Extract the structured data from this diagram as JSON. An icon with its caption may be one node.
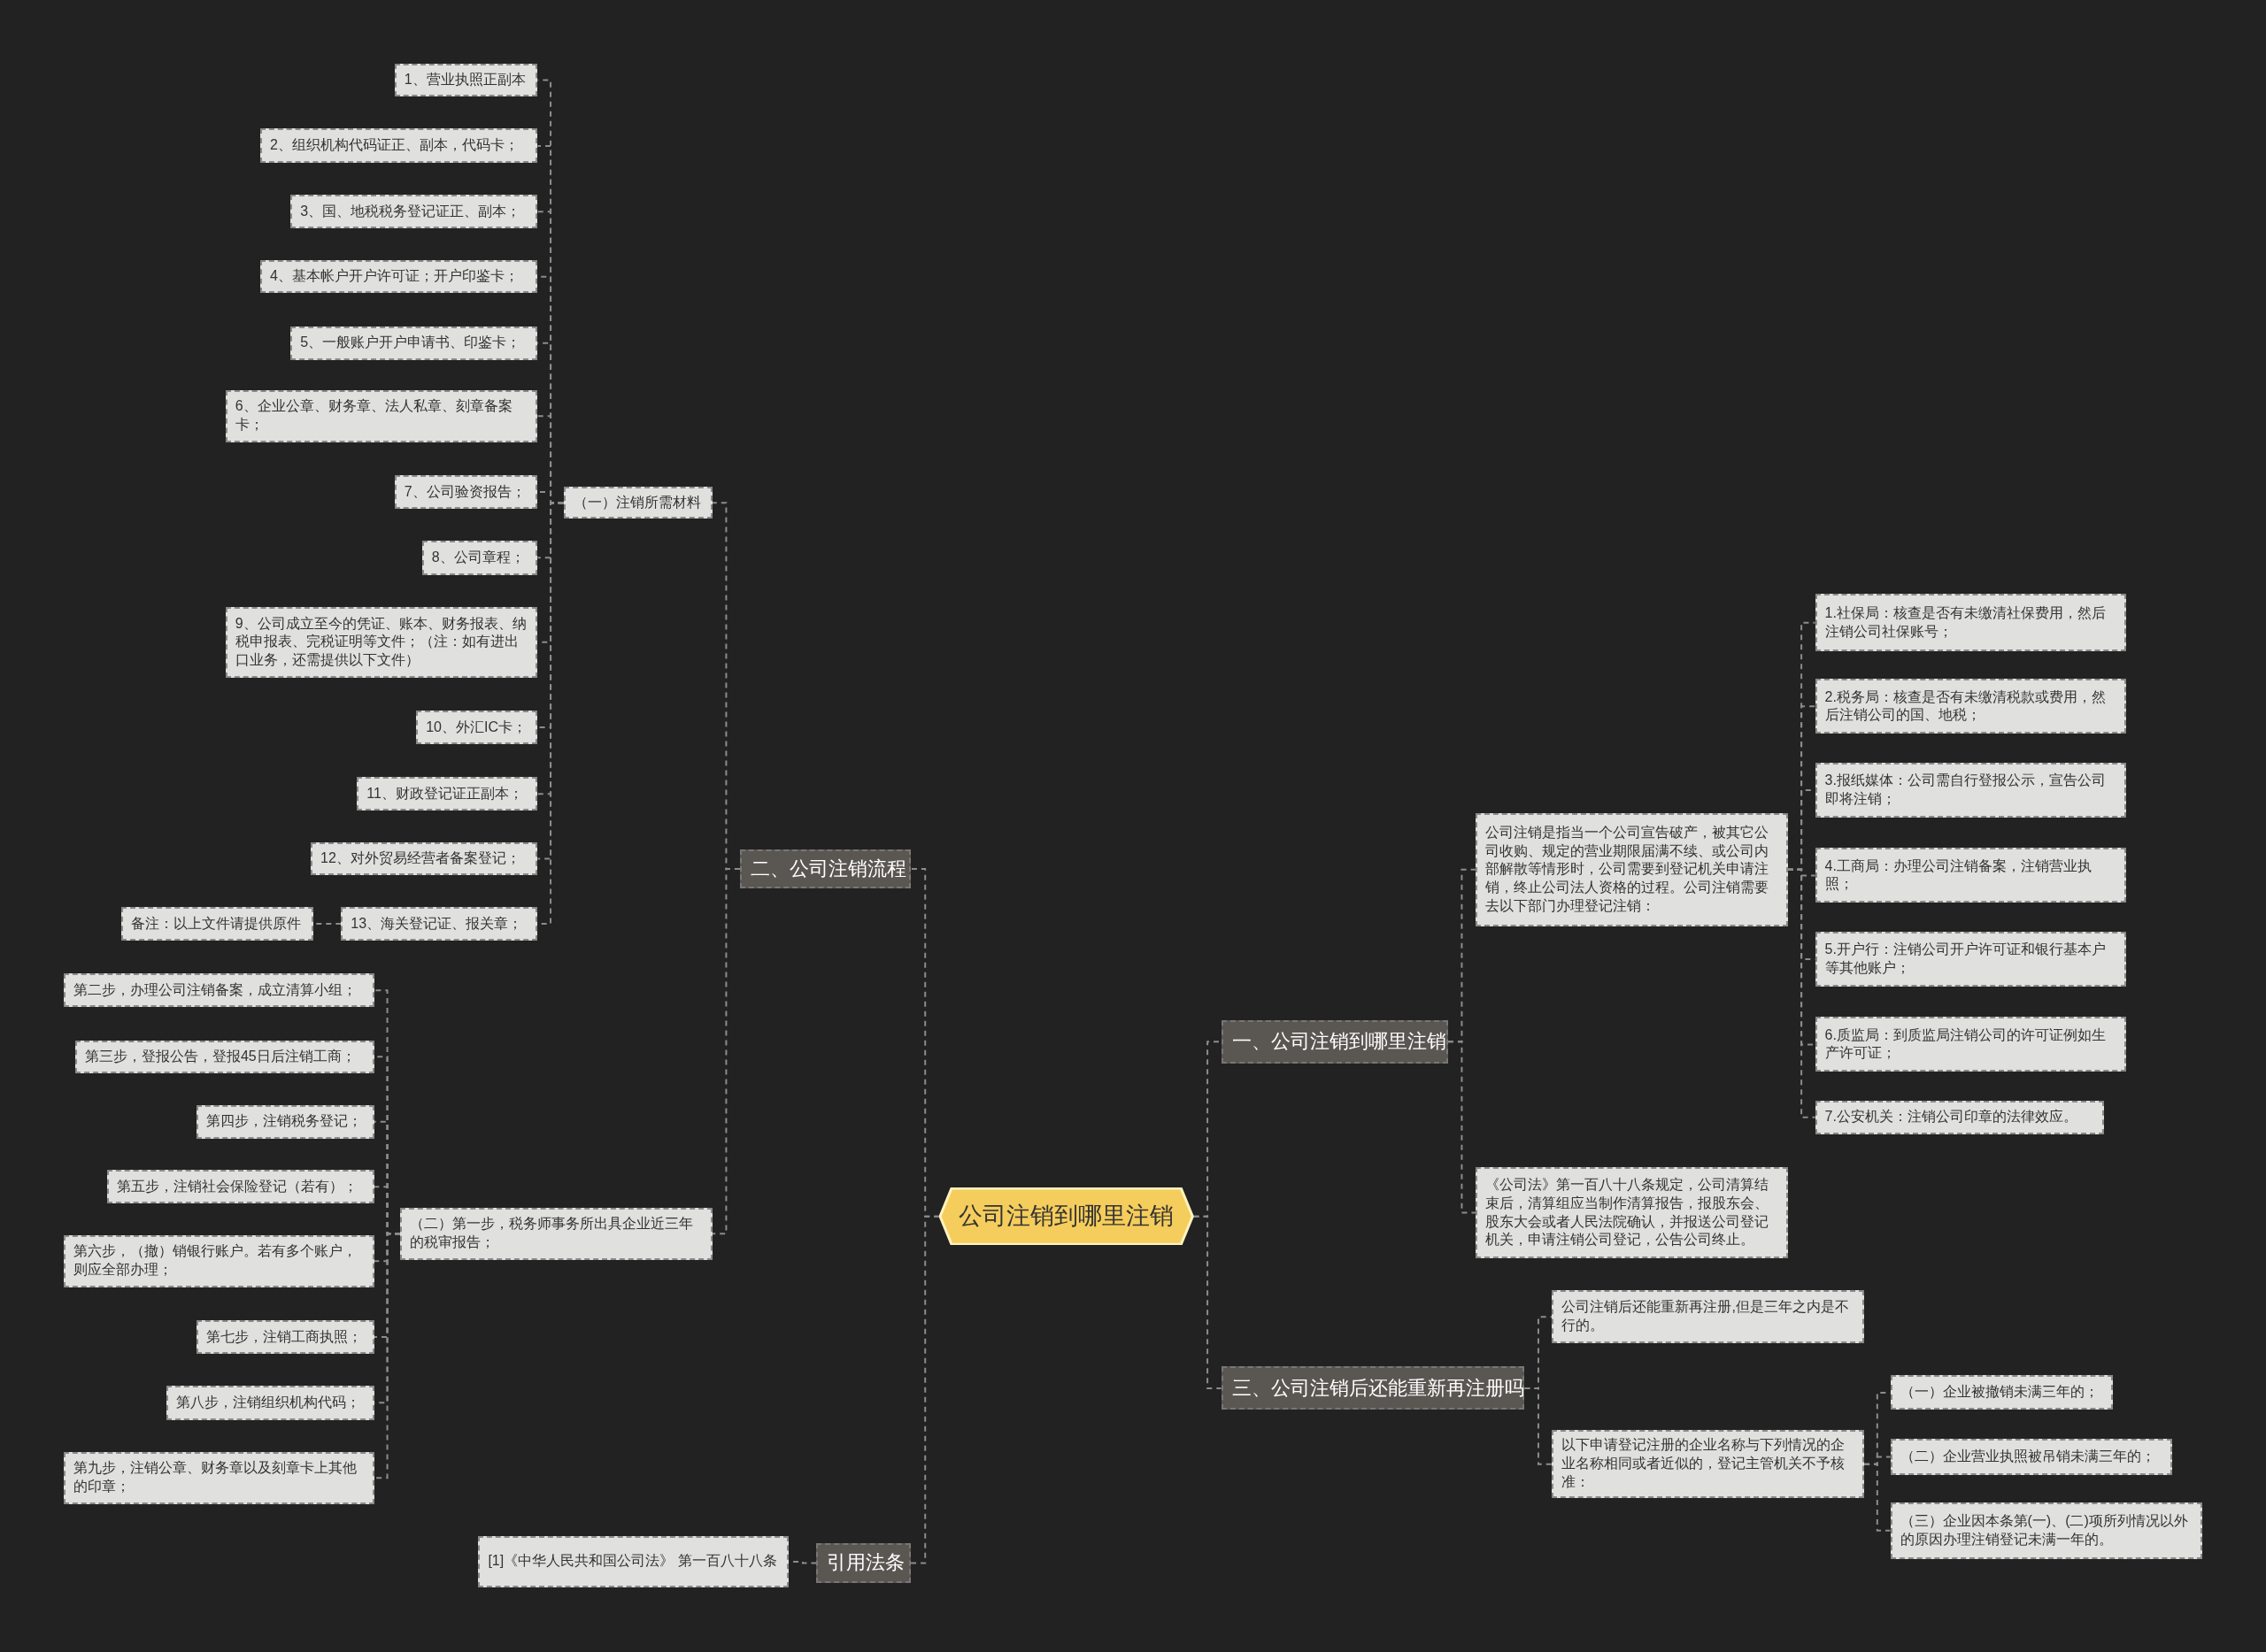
{
  "diagram": {
    "nodes": [
      {
        "text": [
          "公司注销到哪里注销"
        ]
      },
      {
        "text": [
          "二、公司注销流程"
        ]
      },
      {
        "text": [
          "（一）注销所需材料"
        ]
      },
      {
        "text": [
          "1、营业执照正副本"
        ]
      },
      {
        "text": [
          "2、组织机构代码证正、副本，代码卡；"
        ]
      },
      {
        "text": [
          "3、国、地税税务登记证正、副本；"
        ]
      },
      {
        "text": [
          "4、基本帐户开户许可证；开户印鉴卡；"
        ]
      },
      {
        "text": [
          "5、一般账户开户申请书、印鉴卡；"
        ]
      },
      {
        "text": [
          "6、企业公章、财务章、法人私章、刻章备案卡；"
        ]
      },
      {
        "text": [
          "7、公司验资报告；"
        ]
      },
      {
        "text": [
          "8、公司章程；"
        ]
      },
      {
        "text": [
          "9、公司成立至今的凭证、账本、财务报表、纳税申报表、完税证明等文件；（注：如有进出口业务，还需提供以下文件）"
        ]
      },
      {
        "text": [
          "10、外汇IC卡；"
        ]
      },
      {
        "text": [
          "11、财政登记证正副本；"
        ]
      },
      {
        "text": [
          "12、对外贸易经营者备案登记；"
        ]
      },
      {
        "text": [
          "13、海关登记证、报关章；"
        ]
      },
      {
        "text": [
          "备注：以上文件请提供原件"
        ]
      },
      {
        "text": [
          "（二）第一步，税务师事务所出具企业近三年的税审报告；"
        ]
      },
      {
        "text": [
          "第二步，办理公司注销备案，成立清算小组；"
        ]
      },
      {
        "text": [
          "第三步，登报公告，登报45日后注销工商；"
        ]
      },
      {
        "text": [
          "第四步，注销税务登记；"
        ]
      },
      {
        "text": [
          "第五步，注销社会保险登记（若有）；"
        ]
      },
      {
        "text": [
          "第六步，（撤）销银行账户。若有多个账户，则应全部办理；"
        ]
      },
      {
        "text": [
          "第七步，注销工商执照；"
        ]
      },
      {
        "text": [
          "第八步，注销组织机构代码；"
        ]
      },
      {
        "text": [
          "第九步，注销公章、财务章以及刻章卡上其他的印章；"
        ]
      },
      {
        "text": [
          "引用法条"
        ]
      },
      {
        "text": [
          "[1]《中华人民共和国公司法》 第一百八十八条"
        ]
      },
      {
        "text": [
          "一、公司注销到哪里注销"
        ]
      },
      {
        "text": [
          "公司注销是指当一个公司宣告破产，被其它公司收购、规定的营业期限届满不续、或公司内部解散等情形时，公司需要到登记机关申请注销，终止公司法人资格的过程。公司注销需要去以下部门办理登记注销："
        ]
      },
      {
        "text": [
          "1.社保局：核查是否有未缴清社保费用，然后注销公司社保账号；"
        ]
      },
      {
        "text": [
          "2.税务局：核查是否有未缴清税款或费用，然后注销公司的国、地税；"
        ]
      },
      {
        "text": [
          "3.报纸媒体：公司需自行登报公示，宣告公司即将注销；"
        ]
      },
      {
        "text": [
          "4.工商局：办理公司注销备案，注销营业执照；"
        ]
      },
      {
        "text": [
          "5.开户行：注销公司开户许可证和银行基本户等其他账户；"
        ]
      },
      {
        "text": [
          "6.质监局：到质监局注销公司的许可证例如生产许可证；"
        ]
      },
      {
        "text": [
          "7.公安机关：注销公司印章的法律效应。"
        ]
      },
      {
        "text": [
          "《公司法》第一百八十八条规定，公司清算结束后，清算组应当制作清算报告，报股东会、股东大会或者人民法院确认，并报送公司登记机关，申请注销公司登记，公告公司终止。"
        ]
      },
      {
        "text": [
          "三、公司注销后还能重新再注册吗"
        ]
      },
      {
        "text": [
          "公司注销后还能重新再注册,但是三年之内是不行的。"
        ]
      },
      {
        "text": [
          "以下申请登记注册的企业名称与下列情况的企业名称相同或者近似的，登记主管机关不予核准："
        ]
      },
      {
        "text": [
          "（一）企业被撤销未满三年的；"
        ]
      },
      {
        "text": [
          "（二）企业营业执照被吊销未满三年的；"
        ]
      },
      {
        "text": [
          "（三）企业因本条第(一)、(二)项所列情况以外的原因办理注销登记未满一年的。"
        ]
      }
    ],
    "edges": [
      {
        "from": 0,
        "to": 1,
        "arrow": "none"
      },
      {
        "from": 0,
        "to": 26,
        "arrow": "none"
      },
      {
        "from": 0,
        "to": 28,
        "arrow": "none"
      },
      {
        "from": 0,
        "to": 38,
        "arrow": "none"
      },
      {
        "from": 1,
        "to": 2,
        "arrow": "none"
      },
      {
        "from": 1,
        "to": 17,
        "arrow": "none"
      },
      {
        "from": 2,
        "to": 3,
        "arrow": "none"
      },
      {
        "from": 2,
        "to": 4,
        "arrow": "none"
      },
      {
        "from": 2,
        "to": 5,
        "arrow": "none"
      },
      {
        "from": 2,
        "to": 6,
        "arrow": "none"
      },
      {
        "from": 2,
        "to": 7,
        "arrow": "none"
      },
      {
        "from": 2,
        "to": 8,
        "arrow": "none"
      },
      {
        "from": 2,
        "to": 9,
        "arrow": "none"
      },
      {
        "from": 2,
        "to": 10,
        "arrow": "none"
      },
      {
        "from": 2,
        "to": 11,
        "arrow": "none"
      },
      {
        "from": 2,
        "to": 12,
        "arrow": "none"
      },
      {
        "from": 2,
        "to": 13,
        "arrow": "none"
      },
      {
        "from": 2,
        "to": 14,
        "arrow": "none"
      },
      {
        "from": 2,
        "to": 15,
        "arrow": "none"
      },
      {
        "from": 15,
        "to": 16,
        "arrow": "none"
      },
      {
        "from": 17,
        "to": 18,
        "arrow": "none"
      },
      {
        "from": 17,
        "to": 19,
        "arrow": "none"
      },
      {
        "from": 17,
        "to": 20,
        "arrow": "none"
      },
      {
        "from": 17,
        "to": 21,
        "arrow": "none"
      },
      {
        "from": 17,
        "to": 22,
        "arrow": "none"
      },
      {
        "from": 17,
        "to": 23,
        "arrow": "none"
      },
      {
        "from": 17,
        "to": 24,
        "arrow": "none"
      },
      {
        "from": 17,
        "to": 25,
        "arrow": "none"
      },
      {
        "from": 26,
        "to": 27,
        "arrow": "none"
      },
      {
        "from": 28,
        "to": 29,
        "arrow": "none"
      },
      {
        "from": 28,
        "to": 37,
        "arrow": "none"
      },
      {
        "from": 29,
        "to": 30,
        "arrow": "none"
      },
      {
        "from": 29,
        "to": 31,
        "arrow": "none"
      },
      {
        "from": 29,
        "to": 32,
        "arrow": "none"
      },
      {
        "from": 29,
        "to": 33,
        "arrow": "none"
      },
      {
        "from": 29,
        "to": 34,
        "arrow": "none"
      },
      {
        "from": 29,
        "to": 35,
        "arrow": "none"
      },
      {
        "from": 29,
        "to": 36,
        "arrow": "none"
      },
      {
        "from": 38,
        "to": 39,
        "arrow": "none"
      },
      {
        "from": 38,
        "to": 40,
        "arrow": "none"
      },
      {
        "from": 40,
        "to": 41,
        "arrow": "none"
      },
      {
        "from": 40,
        "to": 42,
        "arrow": "none"
      },
      {
        "from": 40,
        "to": 43,
        "arrow": "none"
      }
    ]
  }
}
